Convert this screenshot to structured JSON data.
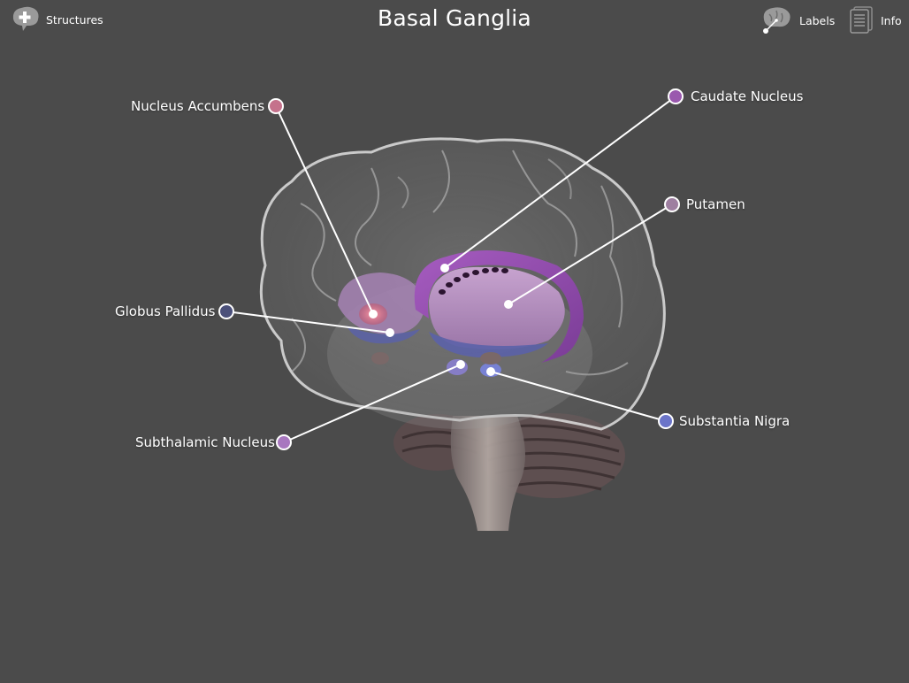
{
  "header": {
    "title": "Basal Ganglia",
    "structures_label": "Structures",
    "labels_label": "Labels",
    "info_label": "Info"
  },
  "icons": {
    "structures": "brain-plus-icon",
    "labels": "brain-labels-icon",
    "info": "document-icon"
  },
  "labels": [
    {
      "id": "nucleus-accumbens",
      "text": "Nucleus Accumbens",
      "color": "#c5728c"
    },
    {
      "id": "caudate-nucleus",
      "text": "Caudate Nucleus",
      "color": "#9a58ae"
    },
    {
      "id": "putamen",
      "text": "Putamen",
      "color": "#9e7fa0"
    },
    {
      "id": "globus-pallidus",
      "text": "Globus Pallidus",
      "color": "#4b507a"
    },
    {
      "id": "substantia-nigra",
      "text": "Substantia Nigra",
      "color": "#6b74c8"
    },
    {
      "id": "subthalamic-nucleus",
      "text": "Subthalamic Nucleus",
      "color": "#a877bf"
    }
  ],
  "colors": {
    "background": "#4b4b4b",
    "brain_outline": "#cfcfcf",
    "striatum": "#b48cc0",
    "cerebellum": "#6d5d5d"
  }
}
